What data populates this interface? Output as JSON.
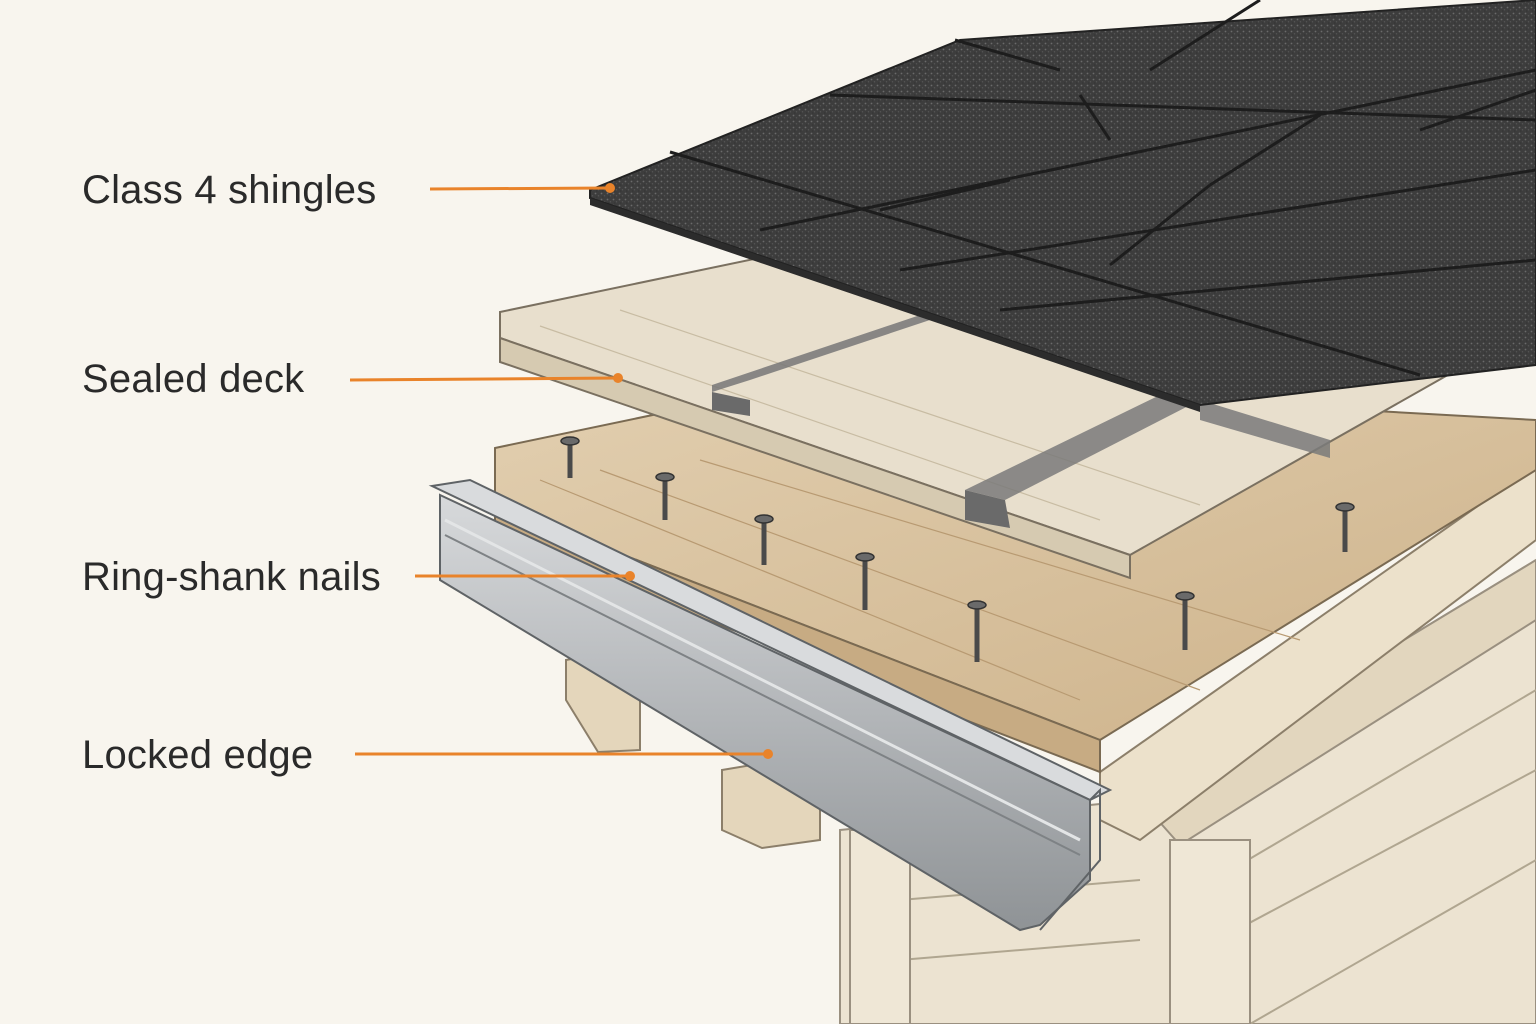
{
  "callouts": {
    "shingles": "Class 4 shingles",
    "deck": "Sealed deck",
    "nails": "Ring-shank nails",
    "edge": "Locked edge"
  },
  "colors": {
    "background": "#f8f5ee",
    "leader": "#e9832a",
    "shingle": "#3b3b3b",
    "deck": "#e3d9c6",
    "board": "#dcc6a4",
    "metal": "#b9bcbf",
    "siding": "#ece3d1",
    "label_text": "#2a2a2a"
  }
}
